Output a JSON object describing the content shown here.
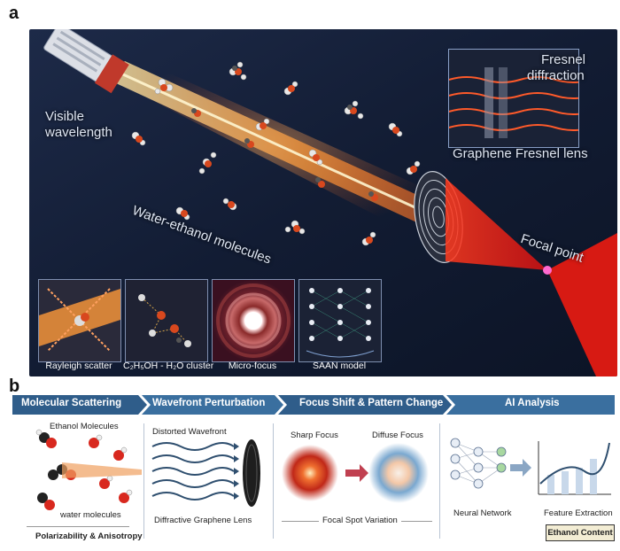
{
  "panel_a": {
    "letter": "a",
    "labels": {
      "visible": "Visible",
      "wavelength": "wavelength",
      "water_ethanol": "Water-ethanol molecules",
      "fresnel_diffraction_1": "Fresnel",
      "fresnel_diffraction_2": "diffraction",
      "graphene_lens": "Graphene Fresnel lens",
      "focal_point": "Focal point"
    },
    "insets": [
      {
        "caption": "Rayleigh scatter"
      },
      {
        "caption": "C₂H₅OH - H₂O cluster"
      },
      {
        "caption": "Micro-focus"
      },
      {
        "caption": "SAAN model"
      }
    ]
  },
  "panel_b": {
    "letter": "b",
    "stages": [
      "Molecular Scattering",
      "Wavefront Perturbation",
      "Focus Shift & Pattern Change",
      "AI Analysis"
    ],
    "ethanol_molecules": "Ethanol Molecules",
    "water_molecules": "water molecules",
    "polarizability": "Polarizability & Anisotropy",
    "distorted_wavefront": "Distorted Wavefront",
    "diffractive_lens": "Diffractive Graphene Lens",
    "sharp_focus": "Sharp Focus",
    "diffuse_focus": "Diffuse Focus",
    "focal_spot_variation": "Focal Spot Variation",
    "neural_network": "Neural Network",
    "feature_extraction": "Feature Extraction",
    "ethanol_content": "Ethanol Content"
  },
  "colors": {
    "stage_dark": "#2f5d8a",
    "stage_light": "#4a7fb0",
    "beam": "#ff8a2a",
    "focus_red": "#e23b1c",
    "panel_bg": "#14203a"
  }
}
